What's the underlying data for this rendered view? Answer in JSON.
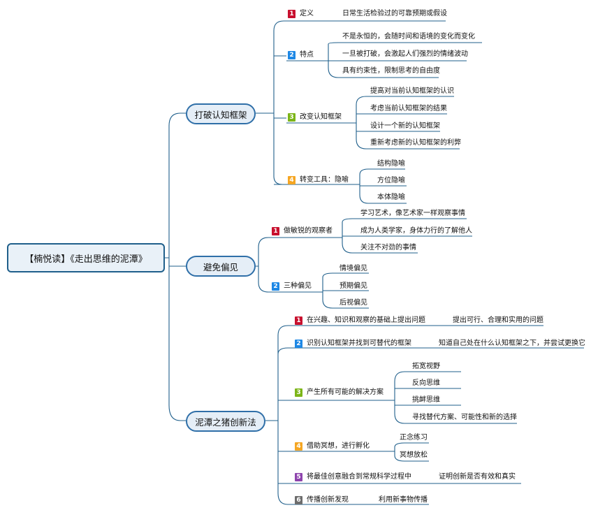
{
  "root": "【楠悦读】《走出思维的泥潭》",
  "branches": [
    {
      "label": "打破认知框架",
      "children": [
        {
          "num": "1",
          "label": "定义",
          "leaves": [
            "日常生活检验过的可靠预期或假设"
          ]
        },
        {
          "num": "2",
          "label": "特点",
          "leaves": [
            "不是永恒的，会随时间和语境的变化而变化",
            "一旦被打破，会激起人们强烈的情绪波动",
            "具有约束性，限制思考的自由度"
          ]
        },
        {
          "num": "3",
          "label": "改变认知框架",
          "leaves": [
            "提高对当前认知框架的认识",
            "考虑当前认知框架的结果",
            "设计一个新的认知框架",
            "重新考虑新的认知框架的利弊"
          ]
        },
        {
          "num": "4",
          "label": "转变工具：隐喻",
          "leaves": [
            "结构隐喻",
            "方位隐喻",
            "本体隐喻"
          ]
        }
      ]
    },
    {
      "label": "避免偏见",
      "children": [
        {
          "num": "1",
          "label": "做敏锐的观察者",
          "leaves": [
            "学习艺术，像艺术家一样观察事情",
            "成为人类学家，身体力行的了解他人",
            "关注不对劲的事情"
          ]
        },
        {
          "num": "2",
          "label": "三种偏见",
          "leaves": [
            "情境偏见",
            "预期偏见",
            "后视偏见"
          ]
        }
      ]
    },
    {
      "label": "泥潭之猪创新法",
      "children": [
        {
          "num": "1",
          "label": "在兴趣、知识和观察的基础上提出问题",
          "leaves": [
            "提出可行、合理和实用的问题"
          ]
        },
        {
          "num": "2",
          "label": "识别认知框架并找到可替代的框架",
          "leaves": [
            "知道自己处在什么认知框架之下，并尝试更换它"
          ]
        },
        {
          "num": "3",
          "label": "产生所有可能的解决方案",
          "leaves": [
            "拓宽视野",
            "反向思维",
            "挑衅思维",
            "寻找替代方案、可能性和新的选择"
          ]
        },
        {
          "num": "4",
          "label": "借助冥想，进行孵化",
          "leaves": [
            "正念练习",
            "冥想放松"
          ]
        },
        {
          "num": "5",
          "label": "将最佳创意融合到常规科学过程中",
          "leaves": [
            "证明创新是否有效和真实"
          ]
        },
        {
          "num": "6",
          "label": "传播创新发现",
          "leaves": [
            "利用新事物传播"
          ]
        }
      ]
    }
  ],
  "colors": {
    "line": "#1f5f8b",
    "badge_red": "#c8102e",
    "badge_blue": "#1e88e5",
    "badge_green": "#7cb518",
    "badge_orange": "#f5a623",
    "badge_purple": "#8e44ad",
    "badge_gray": "#6d6d6d"
  }
}
